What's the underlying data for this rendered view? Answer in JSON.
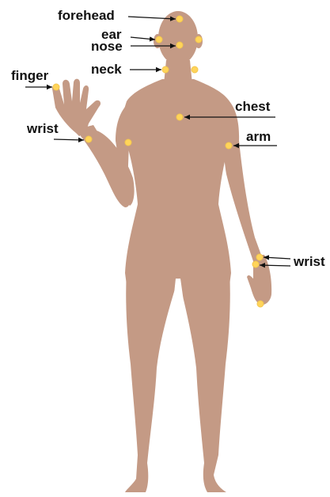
{
  "colors": {
    "skin": "#c49a85",
    "skin_shadow": "#b78a74",
    "dot": "#ffd45a",
    "label": "#111111",
    "background": "#ffffff"
  },
  "labels": {
    "forehead": "forehead",
    "ear": "ear",
    "nose": "nose",
    "neck": "neck",
    "finger": "finger",
    "chest": "chest",
    "wrist_left": "wrist",
    "arm": "arm",
    "wrist_right": "wrist"
  }
}
